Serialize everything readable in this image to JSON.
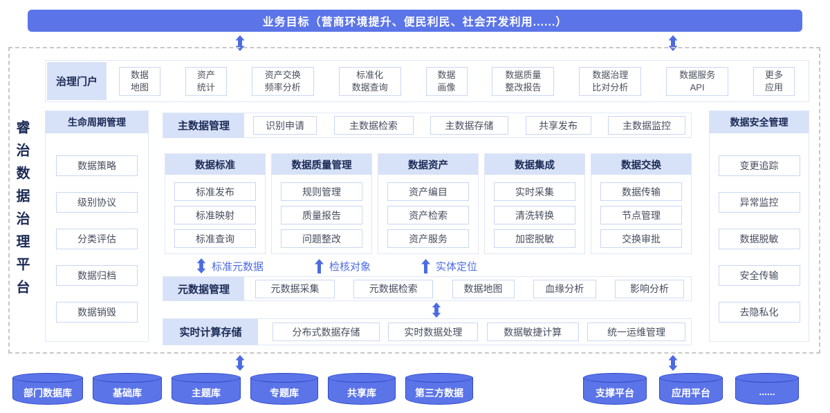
{
  "banner": {
    "label": "业务目标（营商环境提升、便民利民、社会开发利用......）"
  },
  "platform_title": "睿治数据治理平台",
  "portal": {
    "title": "治理门户",
    "apps": [
      {
        "l1": "数据",
        "l2": "地图"
      },
      {
        "l1": "资产",
        "l2": "统计"
      },
      {
        "l1": "资产交换",
        "l2": "频率分析"
      },
      {
        "l1": "标准化",
        "l2": "数据查询"
      },
      {
        "l1": "数据",
        "l2": "画像"
      },
      {
        "l1": "数据质量",
        "l2": "整改报告"
      },
      {
        "l1": "数据治理",
        "l2": "比对分析"
      },
      {
        "l1": "数据服务",
        "l2": "API"
      },
      {
        "l1": "更多",
        "l2": "应用"
      }
    ]
  },
  "lifecycle": {
    "title": "生命周期管理",
    "items": [
      "数据策略",
      "级别协议",
      "分类评估",
      "数据归档",
      "数据销毁"
    ]
  },
  "security": {
    "title": "数据安全管理",
    "items": [
      "变更追踪",
      "异常监控",
      "数据脱敏",
      "安全传输",
      "去隐私化"
    ]
  },
  "master_data": {
    "title": "主数据管理",
    "items": [
      "识别申请",
      "主数据检索",
      "主数据存储",
      "共享发布",
      "主数据监控"
    ]
  },
  "columns": [
    {
      "title": "数据标准",
      "items": [
        "标准发布",
        "标准映射",
        "标准查询"
      ]
    },
    {
      "title": "数据质量管理",
      "items": [
        "规则管理",
        "质量报告",
        "问题整改"
      ]
    },
    {
      "title": "数据资产",
      "items": [
        "资产编目",
        "资产检索",
        "资产服务"
      ]
    },
    {
      "title": "数据集成",
      "items": [
        "实时采集",
        "清洗转换",
        "加密脱敏"
      ]
    },
    {
      "title": "数据交换",
      "items": [
        "数据传输",
        "节点管理",
        "交换审批"
      ]
    }
  ],
  "flow_labels": [
    "标准元数据",
    "检核对象",
    "实体定位"
  ],
  "metadata": {
    "title": "元数据管理",
    "items": [
      "元数据采集",
      "元数据检索",
      "数据地图",
      "血缘分析",
      "影响分析"
    ]
  },
  "realtime": {
    "title": "实时计算存储",
    "items": [
      "分布式数据存储",
      "实时数据处理",
      "数据敏捷计算",
      "统一运维管理"
    ]
  },
  "databases": {
    "left": [
      "部门数据库",
      "基础库",
      "主题库",
      "专题库",
      "共享库",
      "第三方数据"
    ],
    "right": [
      "支撑平台",
      "应用平台",
      "......"
    ]
  },
  "colors": {
    "primary_blue": "#5b74e8",
    "arrow_blue": "#4c6be2",
    "header_bg": "#d7e1f7",
    "navy_text": "#1b2a55",
    "box_border": "#c9d6f1"
  }
}
